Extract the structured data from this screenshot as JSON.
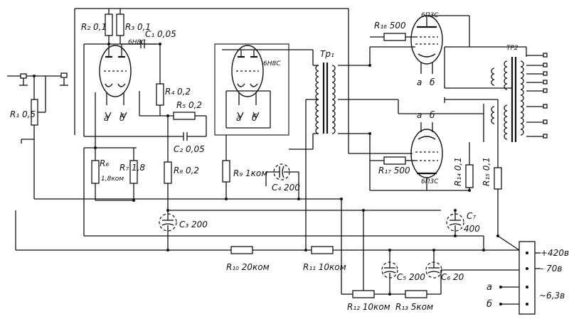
{
  "labels": {
    "r1": "R₁ 0,5",
    "r2": "R₂ 0,1",
    "r3": "R₃ 0,1",
    "c1": "C₁ 0,05",
    "v1_type": "6Н8С",
    "r4": "R₄ 0,2",
    "r5": "R₅ 0,2",
    "c2": "C₂ 0,05",
    "r6": "R₆",
    "r6_value": "1,8ком",
    "r7": "R₇ 1,8",
    "r8": "R₈ 0,2",
    "c3": "C₃ 200",
    "v2_type": "6Н8С",
    "r9": "R₉ 1ком",
    "c4": "C₄ 200",
    "tr1": "Тр₁",
    "r16": "R₁₆ 500",
    "v3_type": "6П3С",
    "v4_type": "6П3С",
    "r17": "R₁₇ 500",
    "tr2": "ТР2",
    "r14": "R₁₄ 0,1",
    "r15": "R₁₅ 0,1",
    "c7": "C₇",
    "c7_value": "400",
    "r10": "R₁₀ 20ком",
    "r11": "R₁₁ 10ком",
    "r12": "R₁₂ 10ком",
    "r13": "R₁₃ 5ком",
    "c5": "C₅ 200",
    "c6": "C₆ 20",
    "pin_a": "а",
    "pin_b": "б",
    "supply_420": "+420в",
    "supply_70": "- 70в",
    "heater_label": "а",
    "heater_label2": "б",
    "heater_voltage": "~6,3в"
  }
}
